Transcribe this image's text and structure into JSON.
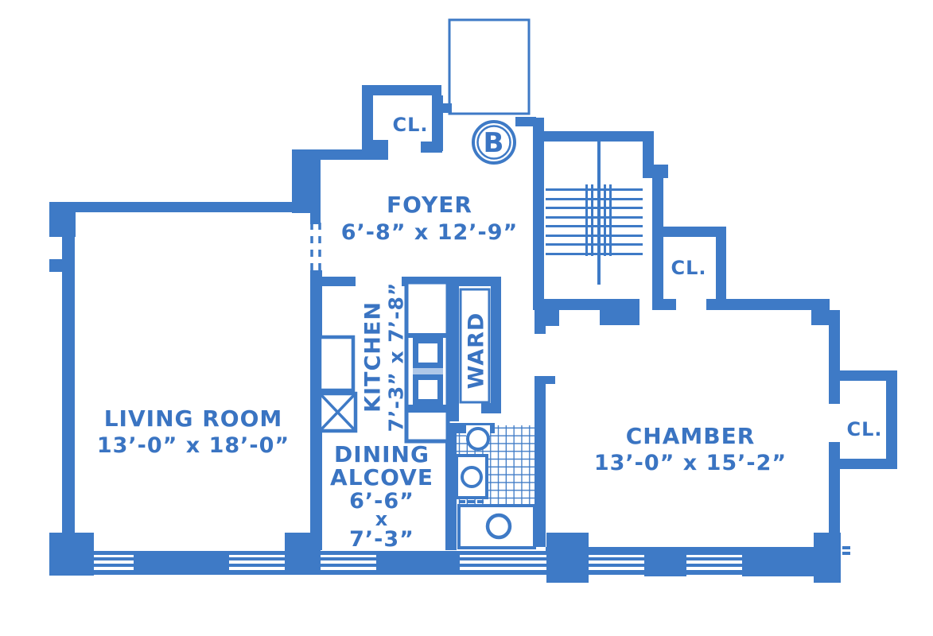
{
  "colors": {
    "wall": "#3e7ac6",
    "text": "#3a74c2",
    "light": "#aec7e8",
    "background": "#ffffff"
  },
  "unit_label": "B",
  "rooms": {
    "foyer": {
      "name": "FOYER",
      "dims": "6’-8” x 12’-9”"
    },
    "living_room": {
      "name": "LIVING ROOM",
      "dims": "13’-0” x 18’-0”"
    },
    "kitchen": {
      "name": "KITCHEN",
      "dims": "7’-3” x 7’-8”"
    },
    "dining_alcove": {
      "lines": [
        "DINING",
        "ALCOVE",
        "6’-6”",
        "x",
        "7’-3”"
      ]
    },
    "chamber": {
      "name": "CHAMBER",
      "dims": "13’-0” x 15’-2”"
    },
    "wardrobe": {
      "name": "WARD"
    },
    "closets": {
      "top": "CL.",
      "stair": "CL.",
      "chamber": "CL."
    }
  }
}
